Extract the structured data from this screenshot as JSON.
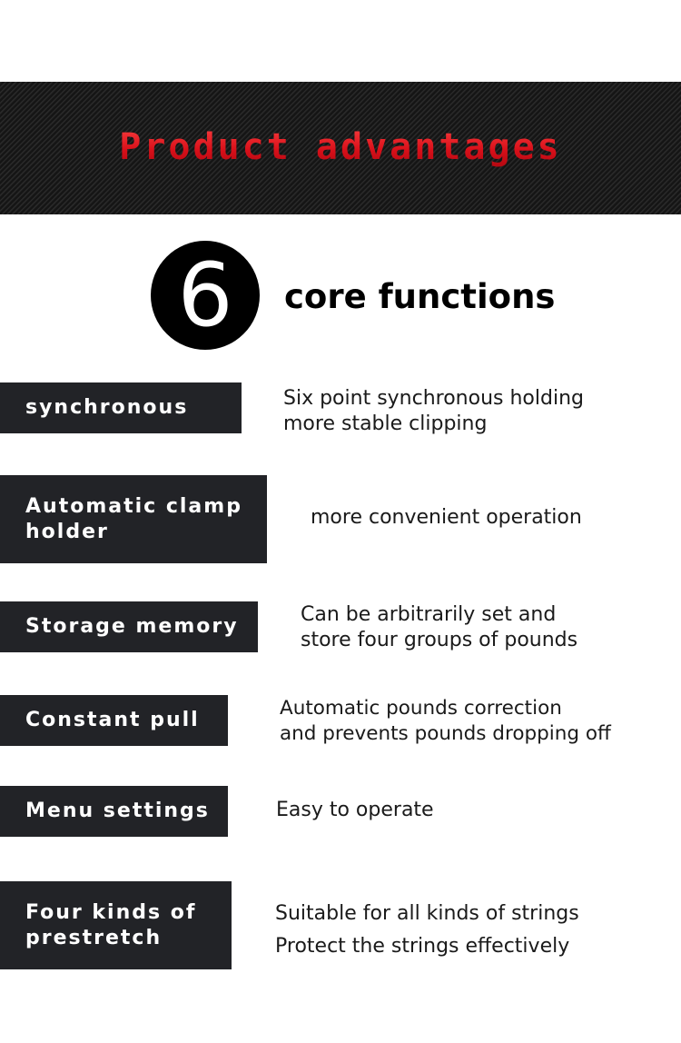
{
  "header": {
    "title": "Product advantages"
  },
  "intro": {
    "number": "6",
    "text": "core functions"
  },
  "features": [
    {
      "label": "synchronous",
      "lines": [
        "Six point synchronous holding",
        "more stable clipping"
      ]
    },
    {
      "label": "Automatic clamp holder",
      "lines": [
        "more convenient operation"
      ]
    },
    {
      "label": "Storage memory",
      "lines": [
        "Can be arbitrarily set and",
        "store four groups of pounds"
      ]
    },
    {
      "label": "Constant pull",
      "lines": [
        "Automatic pounds correction",
        "and prevents pounds dropping off"
      ]
    },
    {
      "label": "Menu settings",
      "lines": [
        "Easy to operate"
      ]
    },
    {
      "label": "Four kinds of prestretch",
      "lines": [
        "Suitable for all kinds of strings",
        "Protect the strings effectively"
      ]
    }
  ],
  "colors": {
    "title_red": "#e0141b",
    "label_bg": "#222327",
    "banner_bg": "#1c1c1c"
  }
}
